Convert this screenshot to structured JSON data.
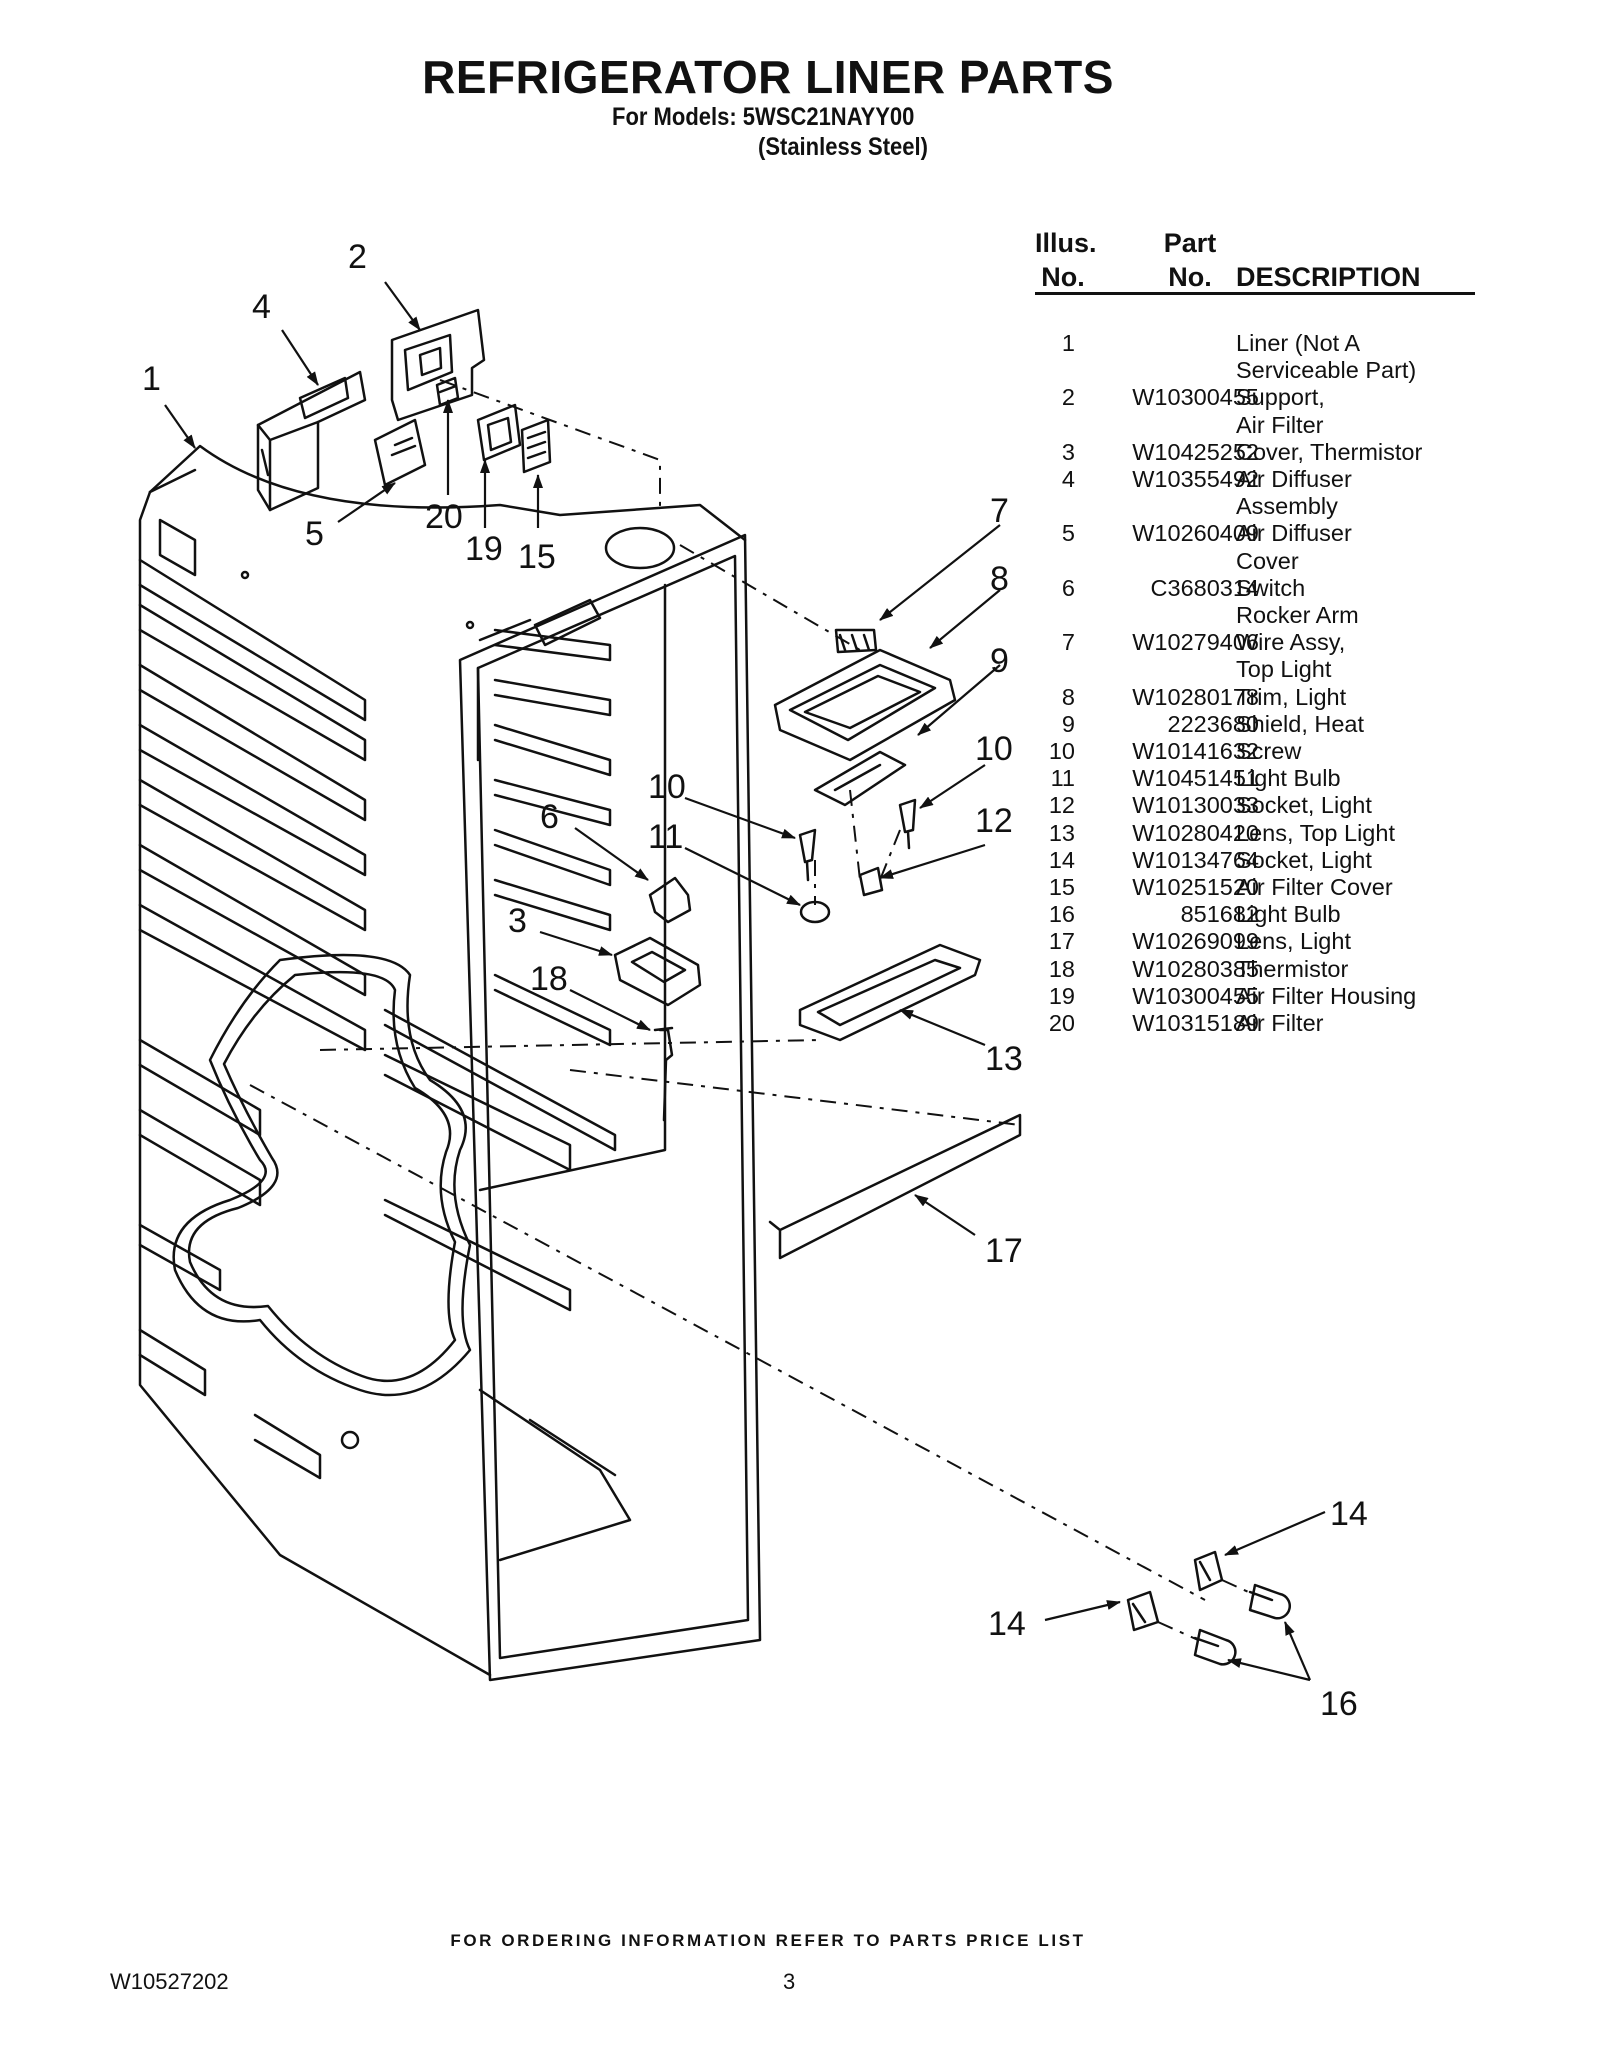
{
  "header": {
    "title": "REFRIGERATOR LINER PARTS",
    "models_line": "For Models: 5WSC21NAYY00",
    "finish_line": "(Stainless Steel)"
  },
  "table": {
    "headers": {
      "illus_line1": "Illus.",
      "illus_line2": "No.",
      "part_line1": "Part",
      "part_line2": "No.",
      "description": "DESCRIPTION"
    },
    "rows": [
      {
        "illus": "1",
        "part": "",
        "desc1": "Liner (Not A",
        "desc2": "Serviceable Part)"
      },
      {
        "illus": "2",
        "part": "W10300455",
        "desc1": "Support,",
        "desc2": "Air Filter"
      },
      {
        "illus": "3",
        "part": "W10425252",
        "desc1": "Cover, Thermistor",
        "desc2": ""
      },
      {
        "illus": "4",
        "part": "W10355492",
        "desc1": "Air Diffuser",
        "desc2": "Assembly"
      },
      {
        "illus": "5",
        "part": "W10260409",
        "desc1": "Air Diffuser",
        "desc2": "Cover"
      },
      {
        "illus": "6",
        "part": "C3680314",
        "desc1": "Switch",
        "desc2": "Rocker Arm"
      },
      {
        "illus": "7",
        "part": "W10279406",
        "desc1": "Wire Assy,",
        "desc2": "Top Light"
      },
      {
        "illus": "8",
        "part": "W10280178",
        "desc1": "Trim, Light",
        "desc2": ""
      },
      {
        "illus": "9",
        "part": "2223680",
        "desc1": "Shield, Heat",
        "desc2": ""
      },
      {
        "illus": "10",
        "part": "W10141632",
        "desc1": "Screw",
        "desc2": ""
      },
      {
        "illus": "11",
        "part": "W10451451",
        "desc1": "Light Bulb",
        "desc2": ""
      },
      {
        "illus": "12",
        "part": "W10130033",
        "desc1": "Socket, Light",
        "desc2": ""
      },
      {
        "illus": "13",
        "part": "W10280420",
        "desc1": "Lens, Top Light",
        "desc2": ""
      },
      {
        "illus": "14",
        "part": "W10134764",
        "desc1": "Socket, Light",
        "desc2": ""
      },
      {
        "illus": "15",
        "part": "W10251520",
        "desc1": "Air Filter Cover",
        "desc2": ""
      },
      {
        "illus": "16",
        "part": "851682",
        "desc1": "Light Bulb",
        "desc2": ""
      },
      {
        "illus": "17",
        "part": "W10269099",
        "desc1": "Lens, Light",
        "desc2": ""
      },
      {
        "illus": "18",
        "part": "W10280385",
        "desc1": "Thermistor",
        "desc2": ""
      },
      {
        "illus": "19",
        "part": "W10300455",
        "desc1": "Air Filter Housing",
        "desc2": ""
      },
      {
        "illus": "20",
        "part": "W10315189",
        "desc1": "Air Filter",
        "desc2": ""
      }
    ]
  },
  "diagram": {
    "callouts": [
      "1",
      "2",
      "4",
      "5",
      "20",
      "19",
      "15",
      "7",
      "8",
      "9",
      "10",
      "12",
      "10",
      "11",
      "6",
      "3",
      "18",
      "13",
      "17",
      "14",
      "14",
      "16"
    ]
  },
  "footer": {
    "ordering_note": "FOR ORDERING INFORMATION REFER TO PARTS PRICE LIST",
    "document_number": "W10527202",
    "page_number": "3"
  }
}
